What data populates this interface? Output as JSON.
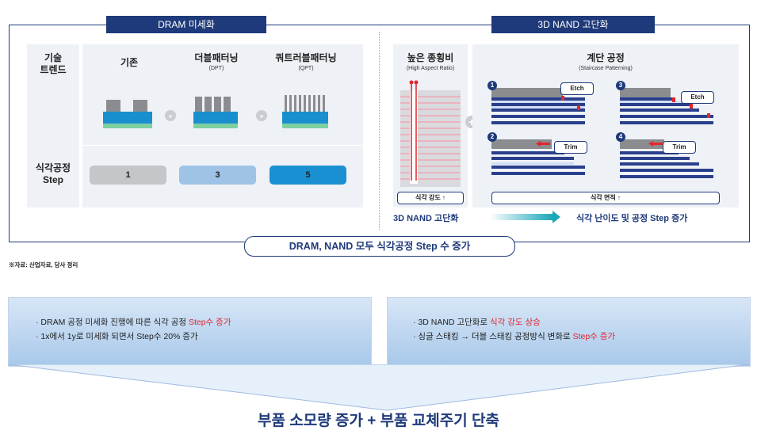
{
  "dram_header": "DRAM 미세화",
  "nand_header": "3D NAND 고단화",
  "row_label_trend": [
    "기술",
    "트렌드"
  ],
  "row_label_step": [
    "식각공정",
    "Step"
  ],
  "dram_columns": [
    {
      "title": "기존",
      "sub": "",
      "step": "1"
    },
    {
      "title": "더블패터닝",
      "sub": "(DPT)",
      "step": "3"
    },
    {
      "title": "쿼트러블패터닝",
      "sub": "(QPT)",
      "step": "5"
    }
  ],
  "nand_high_aspect": {
    "title": "높은 종횡비",
    "sub": "(High Aspect Ratio)",
    "label": "식각 강도 ↑"
  },
  "nand_staircase": {
    "title": "계단 공정",
    "sub": "(Staircase Patterning)",
    "label": "식각 면적 ↑"
  },
  "stair_steps": [
    {
      "num": "1",
      "tag": "Etch"
    },
    {
      "num": "2",
      "tag": "Trim"
    },
    {
      "num": "3",
      "tag": "Etch"
    },
    {
      "num": "4",
      "tag": "Trim"
    }
  ],
  "nand_bottom_left": "3D NAND 고단화",
  "nand_bottom_right": "식각 난이도 및 공정 Step 증가",
  "frame_caption": "DRAM, NAND 모두 식각공정 Step 수 증가",
  "source_note": "※자료: 산업자료, 당사 정리",
  "left_box": {
    "line1_pre": "· DRAM 공정 미세화 진행에 따른 식각 공정 ",
    "line1_red": "Step수 증가",
    "line2": "· 1x에서 1y로 미세화 되면서 Step수 20% 증가"
  },
  "right_box": {
    "line1_pre": "· 3D NAND 고단화로 ",
    "line1_red": "식각 강도 상승",
    "line2_pre": "· 싱글 스태킹 → 더블 스태킹 공정방식 변화로 ",
    "line2_red": "Step수 증가"
  },
  "conclusion": "부품 소모량 증가 + 부품 교체주기 단축",
  "colors": {
    "navy": "#1f3a7a",
    "step1": "#c4c6c9",
    "step2": "#9ec3e6",
    "step3": "#1a90d2",
    "red": "#e1262d"
  }
}
